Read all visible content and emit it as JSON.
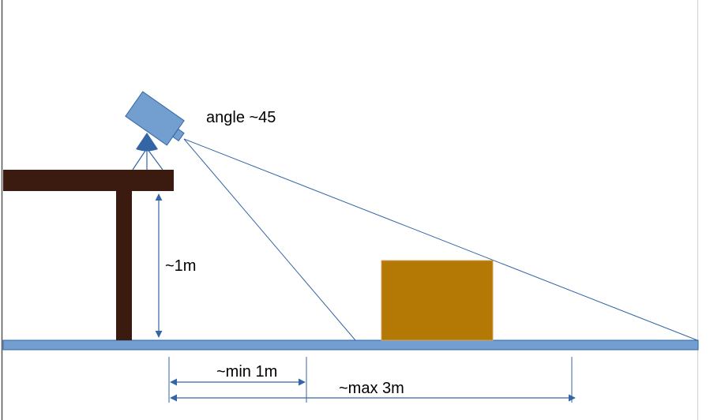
{
  "labels": {
    "angle": "angle ~45",
    "height": "~1m",
    "min_distance": "~min 1m",
    "max_distance": "~max 3m"
  },
  "colors": {
    "camera_body": "#729fcf",
    "camera_outline": "#3465a4",
    "table": "#3b1a10",
    "floor": "#729fcf",
    "box": "#b47804",
    "box_outline": "#d4a05c",
    "arrow": "#3465a4",
    "sight_line": "#3465a4"
  },
  "icons": {
    "camera": "camera-icon",
    "tripod": "tripod-icon"
  }
}
